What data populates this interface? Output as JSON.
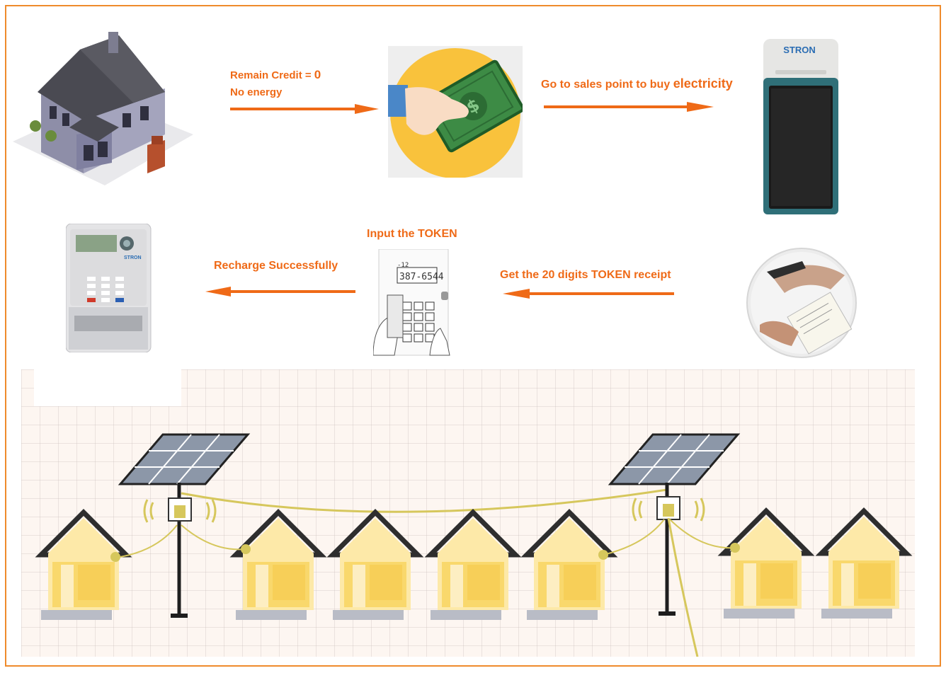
{
  "steps": {
    "remain_credit_label": "Remain Credit = ",
    "remain_credit_value": "0",
    "no_energy": "No energy",
    "go_to_sales": "Go to sales point to buy",
    "electricity": "electricity",
    "get_token_receipt": "Get the 20 digits TOKEN receipt",
    "input_token": "Input the TOKEN",
    "recharge_success": "Recharge Successfully"
  },
  "pos_device": {
    "brand": "STRON"
  },
  "meter": {
    "brand": "STRON",
    "display_line1": "-12",
    "display_line2": "387-6544"
  },
  "colors": {
    "accent": "#ef6a17",
    "frame": "#ef8b2c",
    "house_fill": "#fde9a8",
    "roof": "#2e2e2e",
    "wire": "#d6c75c"
  }
}
